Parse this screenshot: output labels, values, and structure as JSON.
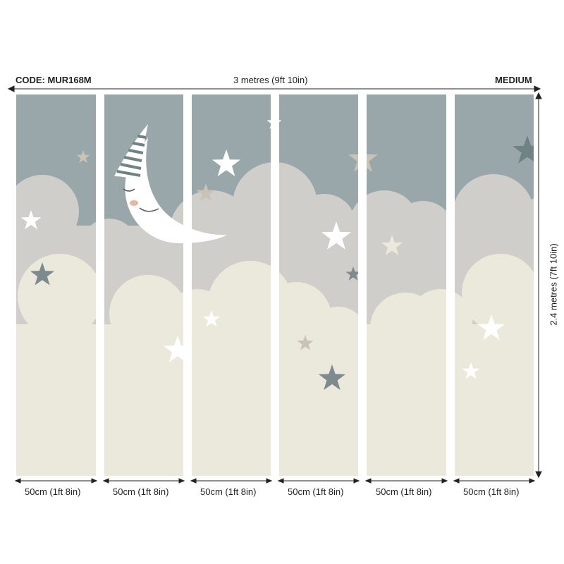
{
  "header": {
    "code": "CODE: MUR168M",
    "total_width": "3 metres (9ft 10in)",
    "size": "MEDIUM"
  },
  "height_label": "2.4 metres (7ft 10in)",
  "panels": [
    {
      "width_label": "50cm (1ft 8in)"
    },
    {
      "width_label": "50cm (1ft 8in)"
    },
    {
      "width_label": "50cm (1ft 8in)"
    },
    {
      "width_label": "50cm (1ft 8in)"
    },
    {
      "width_label": "50cm (1ft 8in)"
    },
    {
      "width_label": "50cm (1ft 8in)"
    }
  ],
  "colors": {
    "sky": "#9aa7aa",
    "cloud_back": "#cfcecb",
    "cloud_front": "#ebe8dc",
    "star_white": "#ffffff",
    "star_grey": "#7d8a8e",
    "star_beige": "#c8c3b6",
    "hat_stripe": "#6f8382"
  },
  "icons": [
    "moon-icon",
    "star-icon"
  ]
}
